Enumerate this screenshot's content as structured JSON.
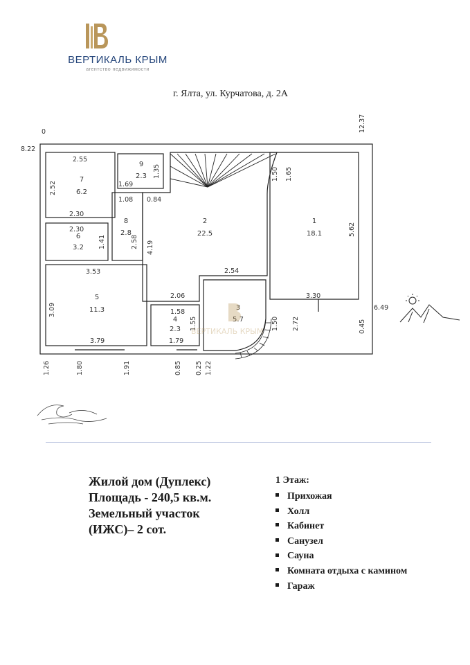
{
  "brand": {
    "name": "ВЕРТИКАЛЬ КРЫМ",
    "tagline": "агентство недвижимости",
    "logo_icon": "letter-b-building-logo",
    "colors": {
      "primary": "#24457a",
      "gold": "#b9965a"
    }
  },
  "address": "г. Ялта, ул. Курчатова, д. 2А",
  "plan": {
    "rooms": [
      {
        "num": "1",
        "area": "18.1"
      },
      {
        "num": "2",
        "area": "22.5"
      },
      {
        "num": "3",
        "area": "5.7"
      },
      {
        "num": "4",
        "area": "2.3"
      },
      {
        "num": "5",
        "area": "11.3"
      },
      {
        "num": "6",
        "area": "3.2"
      },
      {
        "num": "7",
        "area": "6.2"
      },
      {
        "num": "8",
        "area": "2.8"
      },
      {
        "num": "9",
        "area": "2.3"
      }
    ],
    "dims": {
      "top_zero": "0",
      "left_822": "8.22",
      "top_1237": "12.37",
      "d255": "2.55",
      "d252": "2.52",
      "d230a": "2.30",
      "d230b": "2.30",
      "d141": "1.41",
      "d353": "3.53",
      "d309": "3.09",
      "d379": "3.79",
      "d169": "1.69",
      "d135": "1.35",
      "d108": "1.08",
      "d084": "0.84",
      "d258": "2.58",
      "d419": "4.19",
      "d254": "2.54",
      "d206": "2.06",
      "d158": "1.58",
      "d155": "1.55",
      "d179": "1.79",
      "d150": "1.50",
      "d165": "1.65",
      "d562": "5.62",
      "d330": "3.30",
      "d649": "6.49",
      "d045": "0.45",
      "d272": "2.72",
      "d150b": "1.50",
      "b126": "1.26",
      "b180": "1.80",
      "b191": "1.91",
      "b085": "0.85",
      "b025": "0.25",
      "b122": "1.22"
    }
  },
  "description": {
    "line1": "Жилой дом (Дуплекс)",
    "line2": "Площадь - 240,5 кв.м.",
    "line3": "Земельный участок",
    "line4": "(ИЖС)– 2 сот."
  },
  "floor": {
    "title": "1 Этаж:",
    "rooms": [
      "Прихожая",
      "Холл",
      "Кабинет",
      "Санузел",
      "Сауна",
      "Комната отдыха с камином",
      "Гараж"
    ]
  }
}
